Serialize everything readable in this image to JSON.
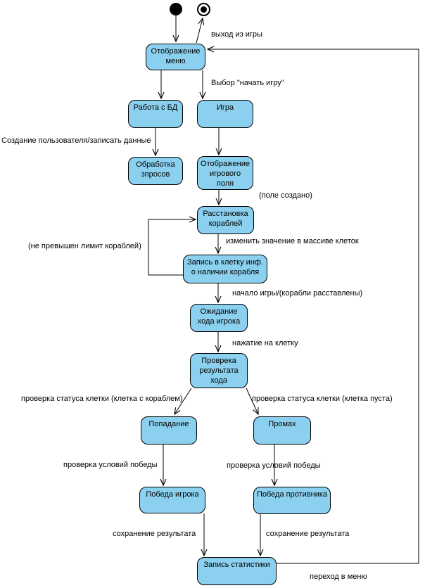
{
  "diagram": {
    "type": "uml-state-diagram",
    "language": "ru",
    "colors": {
      "state_fill": "#8bd0ee",
      "state_border": "#000000",
      "line": "#000000",
      "text": "#000000",
      "background": "#ffffff"
    },
    "states": {
      "display_menu": "Отображение\nменю",
      "db_work": "Работа с БД",
      "game": "Игра",
      "query_processing": "Обработка\nзпросов",
      "display_field": "Отображение\nигрового\nполя",
      "ship_placement": "Расстановка\nкораблей",
      "cell_write": "Запись в клетку инф.\nо наличии корабля",
      "wait_turn": "Ожидание\nхода игрока",
      "check_result": "Проврека\nрезультата\nхода",
      "hit": "Попадание",
      "miss": "Промах",
      "player_win": "Победа игрока",
      "opponent_win": "Победа противника",
      "stats_write": "Запись статистики"
    },
    "transitions": {
      "exit_game": "выход из игры",
      "choose_start": "Выбор \"начать игру\"",
      "create_user": "Создание пользователя/записать данные",
      "field_created": "(поле создано)",
      "change_cell_array": "изменить значение в массиве клеток",
      "ship_limit_ok": "(не превышен лимит кораблей)",
      "game_start": "начало игры/(корабли расставлены)",
      "cell_click": "нажатие на клетку",
      "cell_with_ship": "проверка статуса клетки (клетка с кораблем)",
      "cell_empty": "проверка статуса клетки (клетка пуста)",
      "win_check_left": "проверка условий победы",
      "win_check_right": "проверка условий победы",
      "save_result_left": "сохранение результата",
      "save_result_right": "сохранение результата",
      "to_menu": "переход в меню"
    }
  }
}
